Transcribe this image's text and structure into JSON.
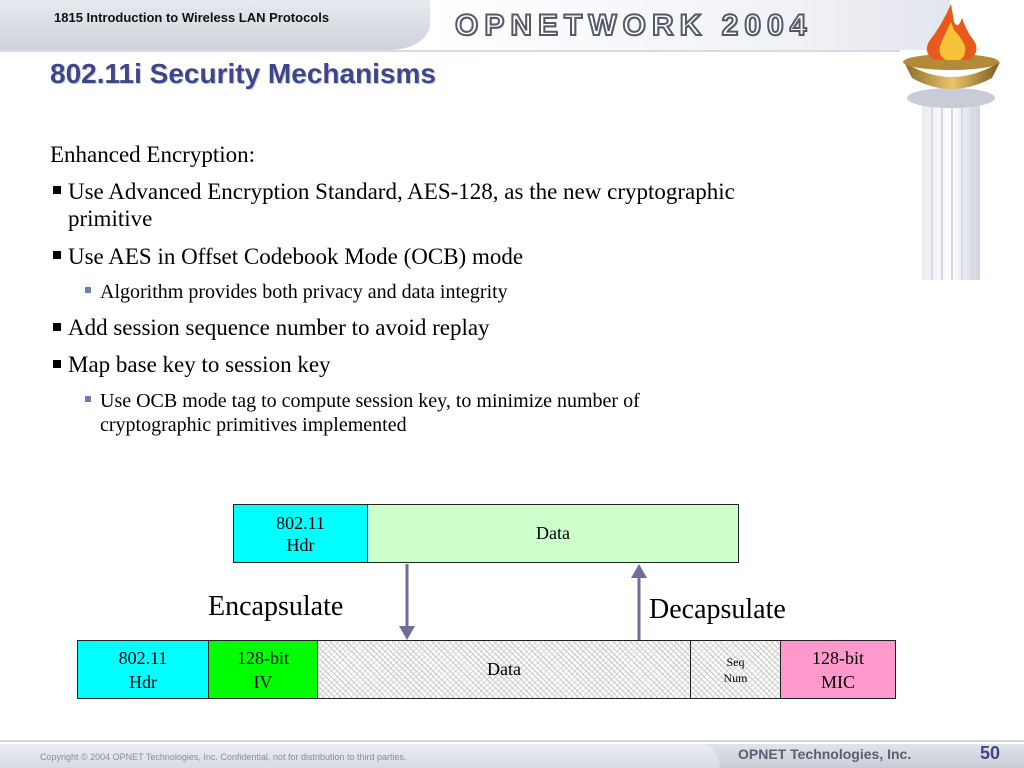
{
  "header": {
    "course_title": "1815 Introduction to Wireless LAN Protocols",
    "conference_logo": "OPNETWORK 2004"
  },
  "slide": {
    "title": "802.11i Security Mechanisms",
    "intro": "Enhanced Encryption:",
    "bullets": [
      {
        "level": 1,
        "text_a": "Use Advanced Encryption Standard",
        "text_b": ", AES-128, as the new cryptographic",
        "text_c": "primitive"
      },
      {
        "level": 1,
        "text": "Use AES in Offset Codebook Mode (OCB) mode"
      },
      {
        "level": 2,
        "text": "Algorithm provides both privacy and data integrity"
      },
      {
        "level": 1,
        "text": "Add session sequence number to avoid replay"
      },
      {
        "level": 1,
        "text": "Map base key to session key"
      },
      {
        "level": 2,
        "text_a": "Use OCB mode tag to compute session key, to minimize number of",
        "text_b": "cryptographic primitives implemented"
      }
    ]
  },
  "diagram": {
    "top_frame": {
      "hdr_line1": "802.11",
      "hdr_line2": "Hdr",
      "data": "Data"
    },
    "encapsulate_label": "Encapsulate",
    "decapsulate_label": "Decapsulate",
    "bottom_frame": {
      "hdr_line1": "802.11",
      "hdr_line2": "Hdr",
      "iv_line1": "128-bit",
      "iv_line2": "IV",
      "data": "Data",
      "seq_line1": "Seq",
      "seq_line2": "Num",
      "mic_line1": "128-bit",
      "mic_line2": "MIC"
    },
    "colors": {
      "hdr": "#00ffff",
      "top_data": "#ccffcc",
      "iv": "#00ff00",
      "mic": "#ff99cc",
      "arrow": "#6b6f99"
    }
  },
  "footer": {
    "copyright": "Copyright © 2004 OPNET Technologies, Inc.  Confidential, not for distribution to third parties.",
    "company": "OPNET Technologies, Inc.",
    "page_number": "50"
  }
}
